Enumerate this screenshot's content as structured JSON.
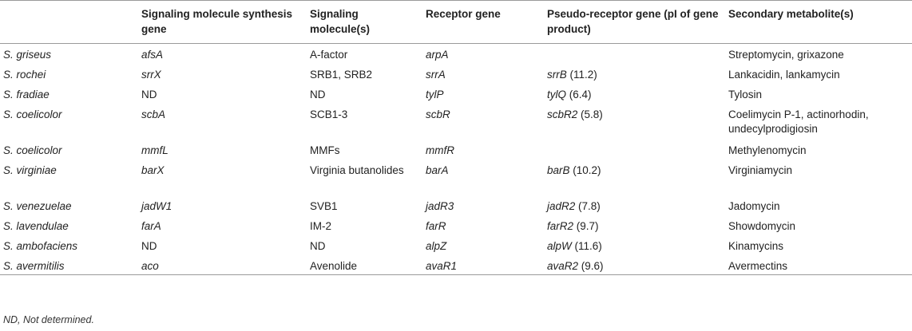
{
  "headers": [
    "",
    "Signaling molecule synthesis gene",
    "Signaling molecule(s)",
    "Receptor gene",
    "Pseudo-receptor gene (pI of gene product)",
    "Secondary metabolite(s)"
  ],
  "rows": [
    {
      "organism": "S. griseus",
      "synthesis_gene": "afsA",
      "molecule": "A-factor",
      "receptor": "arpA",
      "pseudo_gene": "",
      "pseudo_pi": "",
      "metabolite": "Streptomycin, grixazone"
    },
    {
      "organism": "S. rochei",
      "synthesis_gene": "srrX",
      "molecule": "SRB1, SRB2",
      "receptor": "srrA",
      "pseudo_gene": "srrB",
      "pseudo_pi": " (11.2)",
      "metabolite": "Lankacidin, lankamycin"
    },
    {
      "organism": "S. fradiae",
      "synthesis_gene": "ND",
      "molecule": "ND",
      "receptor": "tylP",
      "pseudo_gene": "tylQ",
      "pseudo_pi": " (6.4)",
      "metabolite": "Tylosin"
    },
    {
      "organism": "S. coelicolor",
      "synthesis_gene": "scbA",
      "molecule": "SCB1-3",
      "receptor": "scbR",
      "pseudo_gene": "scbR2",
      "pseudo_pi": " (5.8)",
      "metabolite": "Coelimycin P-1, actinorhodin, undecylprodigiosin"
    },
    {
      "organism": "S. coelicolor",
      "synthesis_gene": "mmfL",
      "molecule": "MMFs",
      "receptor": "mmfR",
      "pseudo_gene": "",
      "pseudo_pi": "",
      "metabolite": "Methylenomycin"
    },
    {
      "organism": "S. virginiae",
      "synthesis_gene": "barX",
      "molecule": "Virginia butanolides",
      "receptor": "barA",
      "pseudo_gene": "barB",
      "pseudo_pi": " (10.2)",
      "metabolite": "Virginiamycin"
    },
    {
      "organism": "S. venezuelae",
      "synthesis_gene": "jadW1",
      "molecule": "SVB1",
      "receptor": "jadR3",
      "pseudo_gene": "jadR2",
      "pseudo_pi": " (7.8)",
      "metabolite": "Jadomycin"
    },
    {
      "organism": "S. lavendulae",
      "synthesis_gene": "farA",
      "molecule": "IM-2",
      "receptor": "farR",
      "pseudo_gene": "farR2",
      "pseudo_pi": " (9.7)",
      "metabolite": "Showdomycin"
    },
    {
      "organism": "S. ambofaciens",
      "synthesis_gene": "ND",
      "molecule": "ND",
      "receptor": "alpZ",
      "pseudo_gene": "alpW",
      "pseudo_pi": " (11.6)",
      "metabolite": "Kinamycins"
    },
    {
      "organism": "S. avermitilis",
      "synthesis_gene": "aco",
      "molecule": "Avenolide",
      "receptor": "avaR1",
      "pseudo_gene": "avaR2",
      "pseudo_pi": " (9.6)",
      "metabolite": "Avermectins"
    }
  ],
  "footnote": "ND, Not determined."
}
